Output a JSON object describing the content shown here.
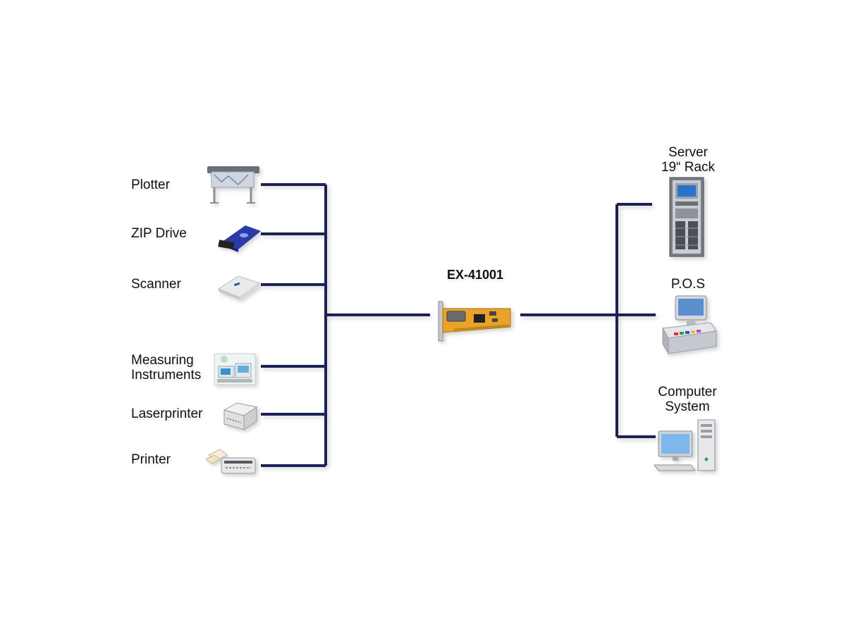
{
  "diagram": {
    "card": {
      "label": "EX-41001"
    },
    "left_devices": [
      {
        "label": "Plotter",
        "icon": "plotter-icon"
      },
      {
        "label": "ZIP Drive",
        "icon": "zip-drive-icon"
      },
      {
        "label": "Scanner",
        "icon": "scanner-icon"
      },
      {
        "label_lines": [
          "Measuring",
          "Instruments"
        ],
        "icon": "measuring-instruments-icon"
      },
      {
        "label": "Laserprinter",
        "icon": "laser-printer-icon"
      },
      {
        "label": "Printer",
        "icon": "printer-icon"
      }
    ],
    "right_devices": [
      {
        "label_lines": [
          "Server",
          "19“ Rack"
        ],
        "icon": "server-rack-icon"
      },
      {
        "label": "P.O.S",
        "icon": "pos-terminal-icon"
      },
      {
        "label_lines": [
          "Computer",
          "System"
        ],
        "icon": "computer-system-icon"
      }
    ],
    "colors": {
      "line": "#1d2354",
      "text": "#111111",
      "background": "#ffffff"
    }
  }
}
